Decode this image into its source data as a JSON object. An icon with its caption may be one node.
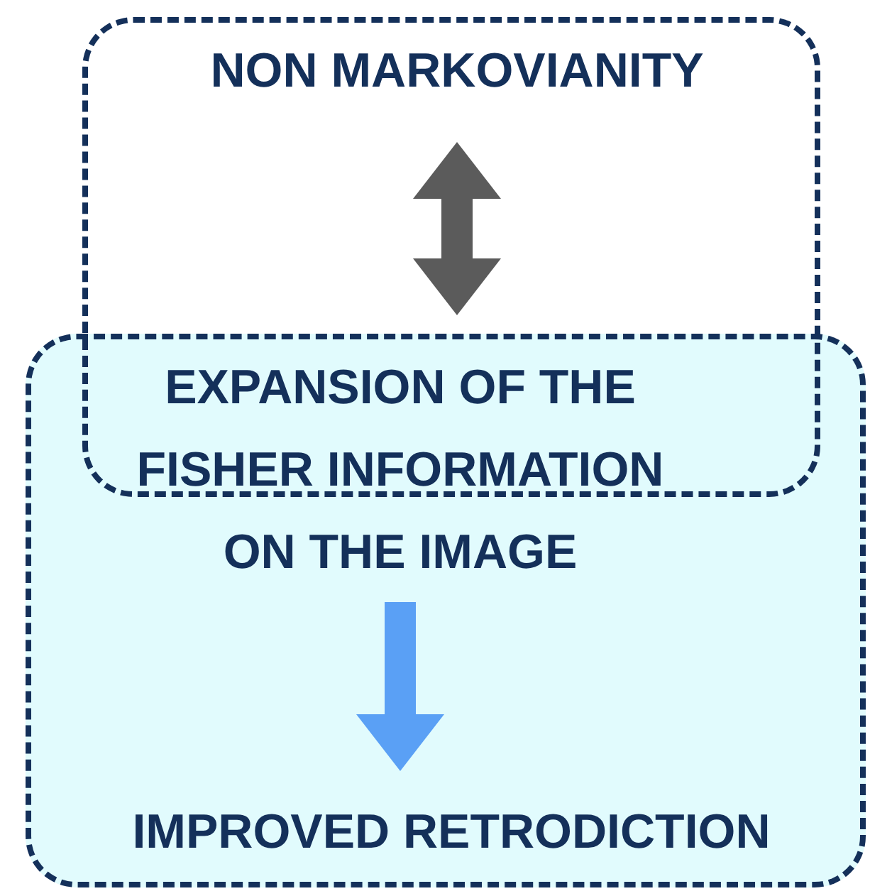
{
  "diagram": {
    "nodes": [
      {
        "text": [],
        "shape": "box"
      },
      {
        "text": [],
        "shape": "box"
      },
      {
        "text": [
          "NON MARKOVIANITY"
        ],
        "in": 1
      },
      {
        "text": [
          "EXPANSION OF THE FISHER INFORMATION ON THE IMAGE"
        ],
        "in": 0
      },
      {
        "text": [
          "IMPROVED RETRODICTION"
        ],
        "in": 0
      }
    ],
    "edges": [
      {
        "from": 2,
        "to": 3,
        "arrow": "both",
        "color": "#5b5b5b"
      },
      {
        "from": 3,
        "to": 4,
        "arrow": "to",
        "color": "#5aa0f5"
      }
    ]
  }
}
